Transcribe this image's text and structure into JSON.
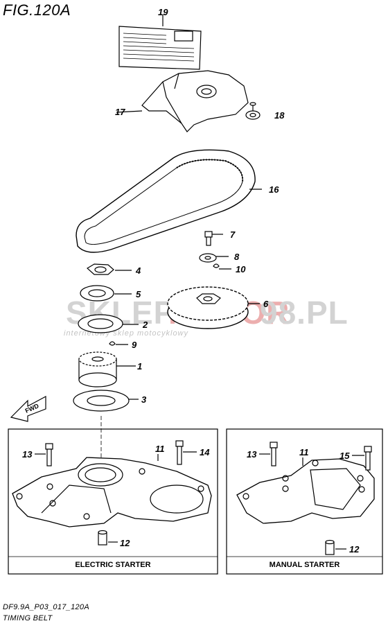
{
  "figure": {
    "title": "FIG.120A"
  },
  "footer": {
    "code": "DF9.9A_P03_017_120A",
    "caption": "TIMING BELT"
  },
  "panels": {
    "left_caption": "ELECTRIC STARTER",
    "right_caption": "MANUAL STARTER"
  },
  "watermark": {
    "brand_left": "SKLEP",
    "brand_mid": "MOTOR",
    "brand_right": "98.PL",
    "tagline": "internetowy sklep motocyklowy"
  },
  "callouts": {
    "c19": "19",
    "c17": "17",
    "c18": "18",
    "c16": "16",
    "c7": "7",
    "c8": "8",
    "c10": "10",
    "c4": "4",
    "c5": "5",
    "c6": "6",
    "c2": "2",
    "c9": "9",
    "c1": "1",
    "c3": "3",
    "c13a": "13",
    "c11a": "11",
    "c14": "14",
    "c12a": "12",
    "c13b": "13",
    "c11b": "11",
    "c15": "15",
    "c12b": "12"
  },
  "fwd_arrow": {
    "label": "FWD"
  },
  "colors": {
    "line": "#000000",
    "watermark_gray": "#c8c8c8",
    "watermark_red": "#e8a0a0"
  }
}
